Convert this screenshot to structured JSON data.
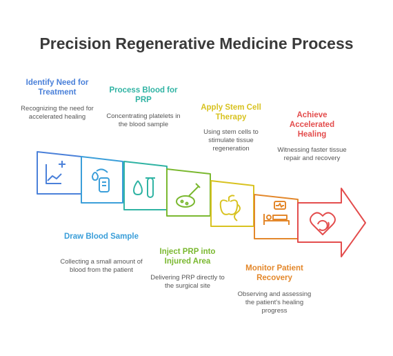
{
  "title": "Precision Regenerative Medicine Process",
  "steps": [
    {
      "label": "Identify Need for Treatment",
      "desc": "Recognizing the need for accelerated healing",
      "color": "#4a80d9",
      "icon": "chart-plus-icon"
    },
    {
      "label": "Draw Blood Sample",
      "desc": "Collecting a small amount of blood from the patient",
      "color": "#3a9ed9",
      "icon": "blood-bag-icon"
    },
    {
      "label": "Process Blood for PRP",
      "desc": "Concentrating platelets in the blood sample",
      "color": "#2fb3a3",
      "icon": "drop-tube-icon"
    },
    {
      "label": "Inject PRP into Injured Area",
      "desc": "Delivering PRP directly to the surgical site",
      "color": "#7ab82f",
      "icon": "syringe-icon"
    },
    {
      "label": "Apply Stem Cell Therapy",
      "desc": "Using stem cells to stimulate tissue regeneration",
      "color": "#d8c21f",
      "icon": "apple-dna-icon"
    },
    {
      "label": "Monitor Patient Recovery",
      "desc": "Observing and assessing the patient's healing progress",
      "color": "#e3872a",
      "icon": "hospital-bed-icon"
    },
    {
      "label": "Achieve Accelerated Healing",
      "desc": "Witnessing faster tissue repair and recovery",
      "color": "#e34c4c",
      "icon": "heart-refresh-icon"
    }
  ]
}
